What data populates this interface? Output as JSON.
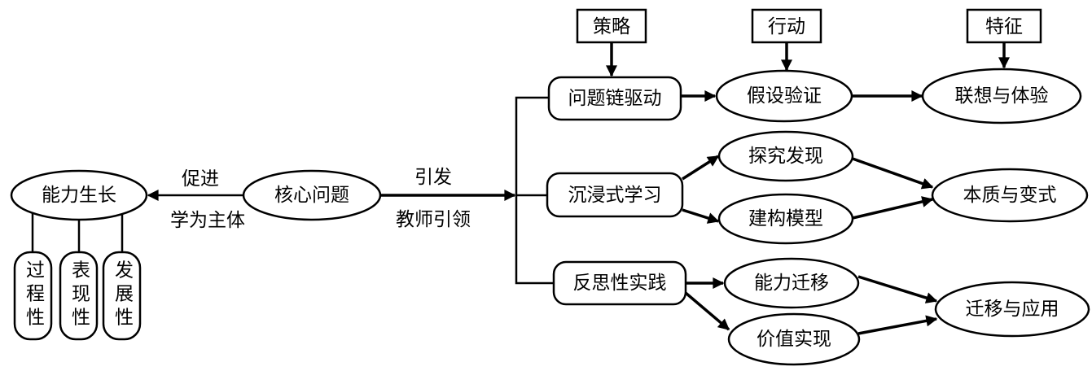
{
  "nodes": {
    "ability_growth": "能力生长",
    "core_question": "核心问题",
    "process_char": "过程性",
    "performance_char": "表现性",
    "development_char": "发展性",
    "question_chain": "问题链驱动",
    "immersive": "沉浸式学习",
    "reflective": "反思性实践",
    "hypothesis": "假设验证",
    "explore": "探究发现",
    "build_model": "建构模型",
    "transfer_ability": "能力迁移",
    "value": "价值实现",
    "association": "联想与体验",
    "essence": "本质与变式",
    "transfer_apply": "迁移与应用",
    "strategy": "策略",
    "action": "行动",
    "feature": "特征"
  },
  "edges": {
    "promote": "促进",
    "student_main": "学为主体",
    "trigger": "引发",
    "teacher_lead": "教师引领"
  }
}
